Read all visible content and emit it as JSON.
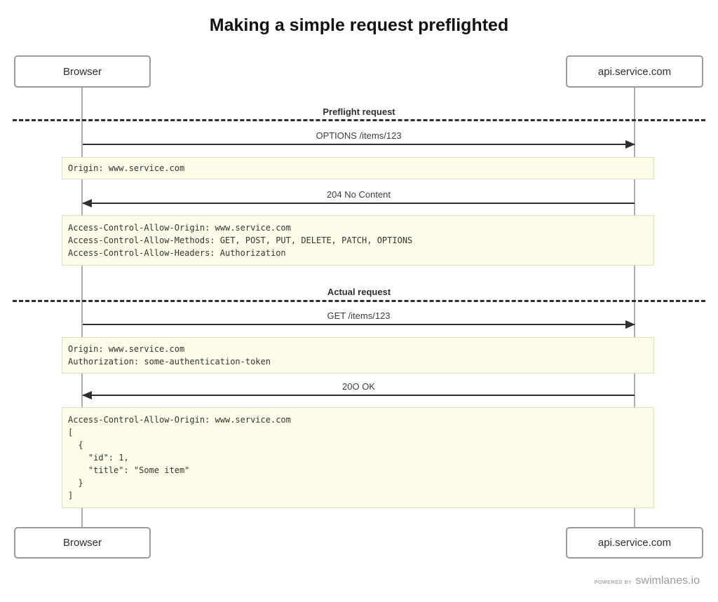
{
  "title": "Making a simple request preflighted",
  "actors": {
    "left": "Browser",
    "right": "api.service.com"
  },
  "dividers": [
    {
      "label": "Preflight request"
    },
    {
      "label": "Actual request"
    }
  ],
  "messages": [
    {
      "label": "OPTIONS /items/123",
      "direction": "right"
    },
    {
      "label": "204 No Content",
      "direction": "left"
    },
    {
      "label": "GET /items/123",
      "direction": "right"
    },
    {
      "label": "20O OK",
      "direction": "left"
    }
  ],
  "notes": [
    {
      "lines": [
        "Origin: www.service.com"
      ]
    },
    {
      "lines": [
        "Access-Control-Allow-Origin: www.service.com",
        "Access-Control-Allow-Methods: GET, POST, PUT, DELETE, PATCH, OPTIONS",
        "Access-Control-Allow-Headers: Authorization"
      ]
    },
    {
      "lines": [
        "Origin: www.service.com",
        "Authorization: some-authentication-token"
      ]
    },
    {
      "lines": [
        "Access-Control-Allow-Origin: www.service.com",
        "[",
        "  {",
        "    \"id\": 1,",
        "    \"title\": \"Some item\"",
        "  }",
        "]"
      ]
    }
  ],
  "footer": {
    "powered_by": "POWERED BY",
    "brand": "swimlanes.io"
  },
  "colors": {
    "note_bg": "#fdfce9",
    "note_border": "#e2dfc1",
    "arrow_line": "#2f2f2f",
    "lifeline": "#adadad",
    "actor_border": "#9a9a9a"
  }
}
